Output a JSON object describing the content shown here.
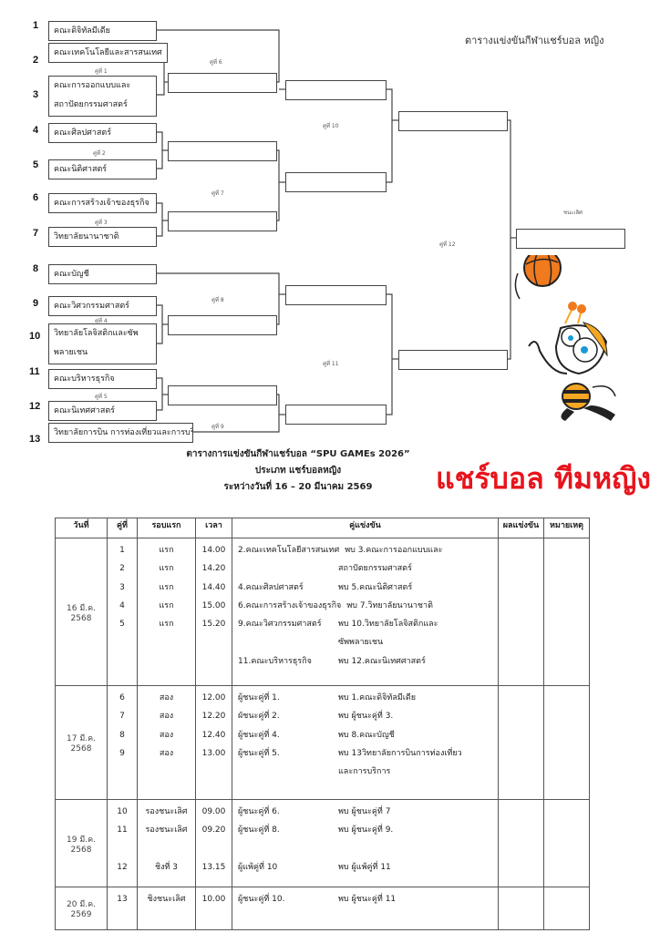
{
  "bracket": {
    "title": "ตารางแข่งขันกีฬาแชร์บอล หญิง",
    "teams": [
      {
        "no": "1",
        "name": "คณะดิจิทัลมีเดีย"
      },
      {
        "no": "2",
        "name": "คณะเทคโนโลยีและสารสนเทศ"
      },
      {
        "no": "3",
        "name": "คณะการออกแบบและ",
        "name2": "สถาปัตยกรรมศาสตร์"
      },
      {
        "no": "4",
        "name": "คณะศิลปศาสตร์"
      },
      {
        "no": "5",
        "name": "คณะนิติศาสตร์"
      },
      {
        "no": "6",
        "name": "คณะการสร้างเจ้าของธุรกิจ"
      },
      {
        "no": "7",
        "name": "วิทยาลัยนานาชาติ"
      },
      {
        "no": "8",
        "name": "คณะบัญชี"
      },
      {
        "no": "9",
        "name": "คณะวิศวกรรมศาสตร์"
      },
      {
        "no": "10",
        "name": "วิทยาลัยโลจิสติกและซัพ",
        "name2": "พลายเชน"
      },
      {
        "no": "11",
        "name": "คณะบริหารธุรกิจ"
      },
      {
        "no": "12",
        "name": "คณะนิเทศศาสตร์"
      },
      {
        "no": "13",
        "name": "วิทยาลัยการบิน การท่องเที่ยวและการบริการ"
      }
    ],
    "pairs": [
      "คู่ที่ 1",
      "คู่ที่ 2",
      "คู่ที่ 3",
      "คู่ที่ 4",
      "คู่ที่ 5",
      "คู่ที่ 6",
      "คู่ที่ 7",
      "คู่ที่ 8",
      "คู่ที่ 9",
      "คู่ที่ 10",
      "คู่ที่ 11",
      "คู่ที่ 12"
    ],
    "champion_label": "ชนะเลิศ"
  },
  "header": {
    "line1": "ตารางการแข่งขันกีฬาแชร์บอล “SPU GAMEs 2026”",
    "line2": "ประเภท แชร์บอลหญิง",
    "line3": "ระหว่างวันที่ 16 – 20 มีนาคม  2569",
    "banner": "แชร์บอล ทีมหญิง"
  },
  "table": {
    "columns": [
      "วันที่",
      "คู่ที่",
      "รอบแรก",
      "เวลา",
      "คู่แข่งขัน",
      "ผลแข่งขัน",
      "หมายเหตุ"
    ],
    "groups": [
      {
        "date": "16 มี.ค. 2568",
        "lines": [
          {
            "pair": "1",
            "round": "แรก",
            "time": "14.00",
            "a": "2.คณะเทคโนโลยีสารสนเทศ",
            "b": "พบ 3.คณะการออกแบบและ"
          },
          {
            "pair": "2",
            "round": "แรก",
            "time": "14.20",
            "a": "",
            "b": "สถาปัตยกรรมศาสตร์"
          },
          {
            "pair": "3",
            "round": "แรก",
            "time": "14.40",
            "a": "4.คณะศิลปศาสตร์",
            "b": "พบ 5.คณะนิติศาสตร์"
          },
          {
            "pair": "4",
            "round": "แรก",
            "time": "15.00",
            "a": "6.คณะการสร้างเจ้าของธุรกิจ",
            "b": "พบ 7.วิทยาลัยนานาชาติ"
          },
          {
            "pair": "5",
            "round": "แรก",
            "time": "15.20",
            "a": "9.คณะวิศวกรรมศาสตร์",
            "b": "พบ 10.วิทยาลัยโลจิสติกและ"
          },
          {
            "pair": "",
            "round": "",
            "time": "",
            "a": "",
            "b": "ซัพพลายเชน"
          },
          {
            "pair": "",
            "round": "",
            "time": "",
            "a": "11.คณะบริหารธุรกิจ",
            "b": "พบ 12.คณะนิเทศศาสตร์"
          }
        ]
      },
      {
        "date": "17 มี.ค. 2568",
        "lines": [
          {
            "pair": "6",
            "round": "สอง",
            "time": "12.00",
            "a": "ผู้ชนะคู่ที่ 1.",
            "b": "พบ 1.คณะดิจิทัลมีเดีย"
          },
          {
            "pair": "7",
            "round": "สอง",
            "time": "12.20",
            "a": "ผัชนะคู่ที่ 2.",
            "b": "พบ ผู้ชนะคู่ที่ 3."
          },
          {
            "pair": "8",
            "round": "สอง",
            "time": "12.40",
            "a": "ผู้ชนะคู่ที่ 4.",
            "b": "พบ 8.คณะบัญชี"
          },
          {
            "pair": "9",
            "round": "สอง",
            "time": "13.00",
            "a": "ผู้ชนะคู่ที่ 5.",
            "b": "พบ 13วิทยาลัยการบินการท่องเที่ยว"
          },
          {
            "pair": "",
            "round": "",
            "time": "",
            "a": "",
            "b": " และการบริการ"
          }
        ]
      },
      {
        "date": "19 มี.ค. 2568",
        "lines": [
          {
            "pair": "10",
            "round": "รองชนะเลิศ",
            "time": "09.00",
            "a": "ผู้ชนะคู่ที่ 6.",
            "b": "พบ ผู้ชนะคู่ที่ 7"
          },
          {
            "pair": "11",
            "round": "รองชนะเลิศ",
            "time": "09.20",
            "a": "ผู้ชนะคู่ที่ 8.",
            "b": "พบ ผู้ชนะคู่ที่ 9."
          },
          {
            "pair": "",
            "round": "",
            "time": "",
            "a": "",
            "b": ""
          },
          {
            "pair": "12",
            "round": "ชิงที่ 3",
            "time": "13.15",
            "a": "ผู้แพ้คู่ที่ 10",
            "b": "พบ ผู้แพ้คู่ที่ 11"
          }
        ]
      },
      {
        "date": "20 มี.ค. 2569",
        "lines": [
          {
            "pair": "13",
            "round": "ชิงชนะเลิศ",
            "time": "10.00",
            "a": "ผู้ชนะคู่ที่ 10.",
            "b": "พบ ผู้ชนะคู่ที่ 11"
          }
        ]
      }
    ]
  },
  "colors": {
    "banner": "#e8141c",
    "ball": "#f07a1e",
    "bee_yellow": "#f5a623"
  }
}
